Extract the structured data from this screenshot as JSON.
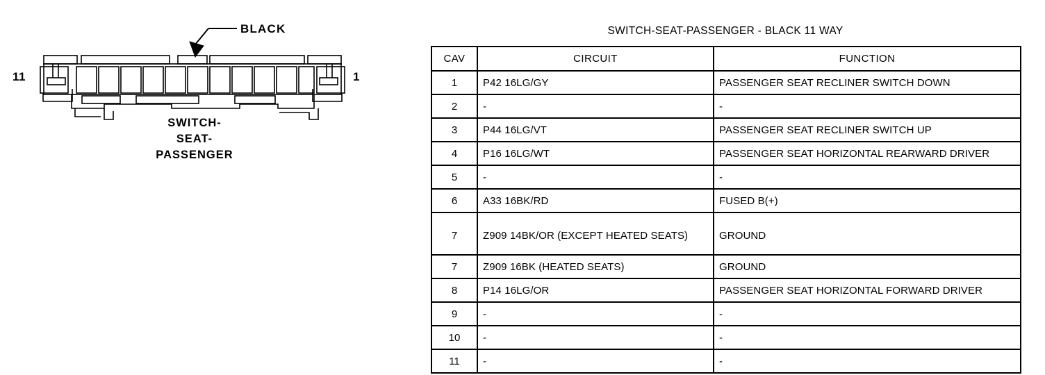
{
  "connector": {
    "callout_label": "BLACK",
    "pin_left_label": "11",
    "pin_right_label": "1",
    "name_line1": "SWITCH-",
    "name_line2": "SEAT-",
    "name_line3": "PASSENGER",
    "cavity_count": 11
  },
  "table": {
    "title": "SWITCH-SEAT-PASSENGER - BLACK 11 WAY",
    "headers": {
      "cav": "CAV",
      "circuit": "CIRCUIT",
      "function": "FUNCTION"
    },
    "rows": [
      {
        "cav": "1",
        "circuit": "P42 16LG/GY",
        "function": "PASSENGER SEAT RECLINER SWITCH DOWN"
      },
      {
        "cav": "2",
        "circuit": "-",
        "function": "-"
      },
      {
        "cav": "3",
        "circuit": "P44 16LG/VT",
        "function": "PASSENGER SEAT RECLINER SWITCH UP"
      },
      {
        "cav": "4",
        "circuit": "P16 16LG/WT",
        "function": "PASSENGER SEAT HORIZONTAL REARWARD DRIVER"
      },
      {
        "cav": "5",
        "circuit": "-",
        "function": "-"
      },
      {
        "cav": "6",
        "circuit": "A33 16BK/RD",
        "function": "FUSED B(+)"
      },
      {
        "cav": "7",
        "circuit": "Z909 14BK/OR (EXCEPT HEATED SEATS)",
        "function": "GROUND",
        "tall": true
      },
      {
        "cav": "7",
        "circuit": "Z909 16BK (HEATED SEATS)",
        "function": "GROUND"
      },
      {
        "cav": "8",
        "circuit": "P14 16LG/OR",
        "function": "PASSENGER SEAT HORIZONTAL FORWARD DRIVER"
      },
      {
        "cav": "9",
        "circuit": "-",
        "function": "-"
      },
      {
        "cav": "10",
        "circuit": "-",
        "function": "-"
      },
      {
        "cav": "11",
        "circuit": "-",
        "function": "-"
      }
    ]
  },
  "colors": {
    "line": "#000000",
    "background": "#ffffff"
  }
}
